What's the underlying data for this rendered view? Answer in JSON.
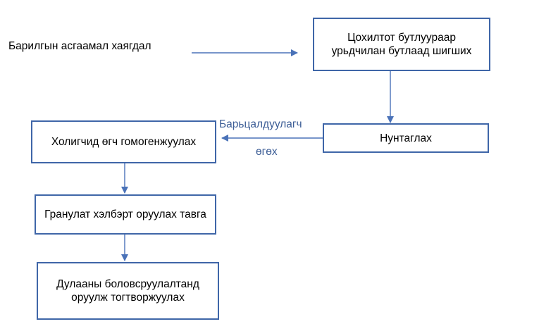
{
  "diagram": {
    "input_label": "Барилгын асгаамал хаягдал",
    "nodes": {
      "crush": "Цохилтот бутлуураар урьдчилан бутлаад шигших",
      "grind": "Нунтаглах",
      "mix": "Холигчид өгч гомогенжуулах",
      "granulate": "Гранулат хэлбэрт оруулах тавга",
      "cure": "Дулааны боловсруулалтанд оруулж тогтворжуулах"
    },
    "binder_label_line1": "Барьцалдуулагч",
    "binder_label_line2": "өгөх",
    "colors": {
      "border": "#3f66a8",
      "arrow": "#4a72b8",
      "accent_text": "#3c5d96"
    }
  }
}
